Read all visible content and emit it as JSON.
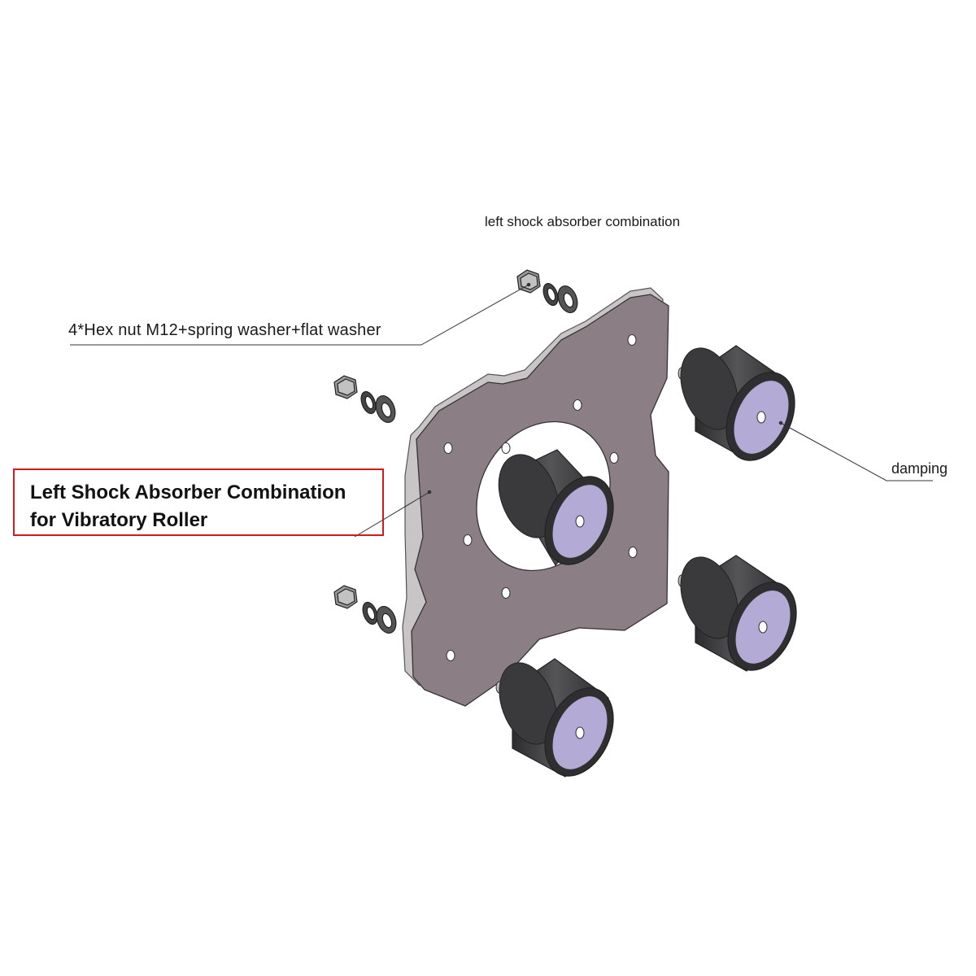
{
  "title": "left shock absorber combination",
  "labels": {
    "fasteners": "4*Hex nut M12+spring washer+flat washer",
    "damping": "damping"
  },
  "highlight_box": {
    "line1": "Left Shock Absorber Combination",
    "line2": "for Vibratory Roller",
    "border_color": "#d11a1a"
  },
  "colors": {
    "plate": "#8b7f85",
    "plate_edge": "#bdb8bb",
    "rubber": "#4a4a4c",
    "rubber_dark": "#2f2f31",
    "face": "#b3abd6",
    "metal": "#9a9a9a"
  },
  "parts": {
    "dampers": 4,
    "nut_sets": 3
  }
}
